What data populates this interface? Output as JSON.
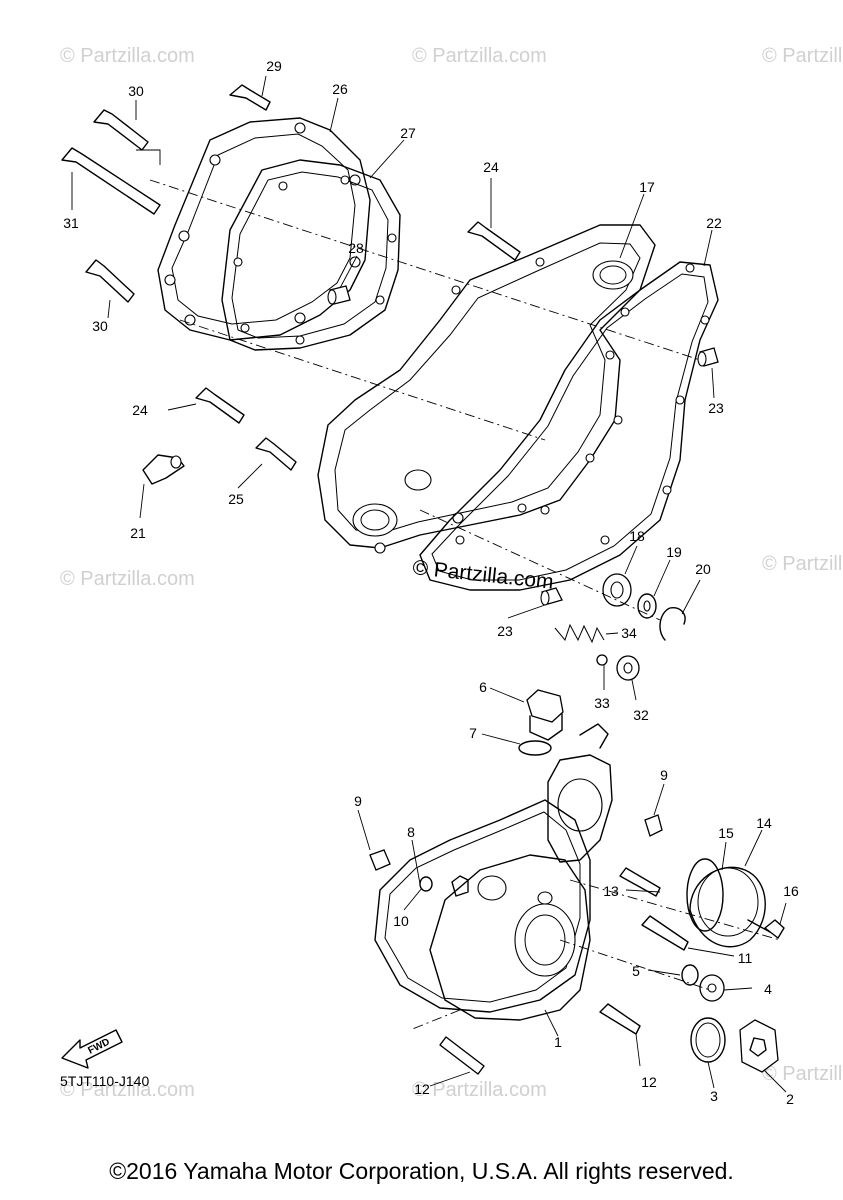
{
  "callouts": [
    "1",
    "2",
    "3",
    "4",
    "5",
    "6",
    "7",
    "8",
    "9",
    "10",
    "11",
    "12",
    "13",
    "14",
    "15",
    "16",
    "17",
    "18",
    "19",
    "20",
    "21",
    "22",
    "23",
    "24",
    "25",
    "26",
    "27",
    "28",
    "29",
    "30",
    "31",
    "32",
    "33",
    "34"
  ],
  "watermark": "© Partzilla.com",
  "fwd_label": "FWD",
  "diagram_code": "5TJT110-J140",
  "copyright": "©2016 Yamaha Motor Corporation, U.S.A. All rights reserved."
}
